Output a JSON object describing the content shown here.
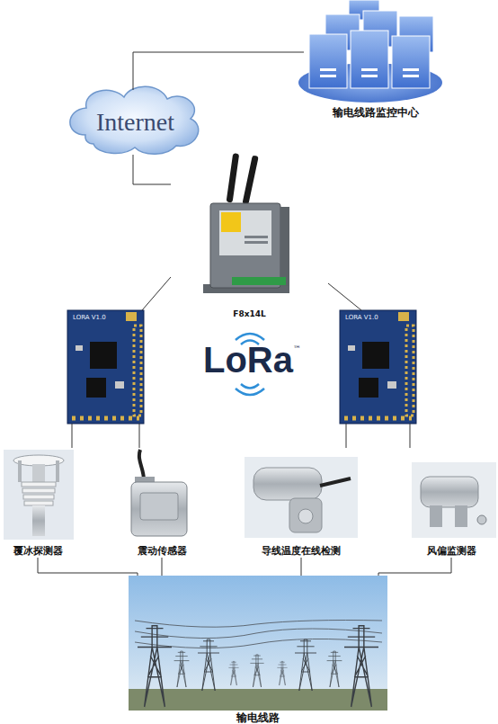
{
  "diagram": {
    "nodes": [
      {
        "text": [
          "输电线路监控中心"
        ]
      },
      {
        "text": [
          "Internet"
        ]
      },
      {
        "text": [
          "F8x14L"
        ]
      },
      {
        "text": [
          "LORA V1.0"
        ]
      },
      {
        "text": [
          "LORA V1.0"
        ]
      },
      {
        "text": [
          "覆冰探测器"
        ]
      },
      {
        "text": [
          "震动传感器"
        ]
      },
      {
        "text": [
          "导线温度在线检测"
        ]
      },
      {
        "text": [
          "风偏监测器"
        ]
      },
      {
        "text": [
          "输电线路"
        ]
      }
    ],
    "edges": [
      {
        "from": 0,
        "to": 1,
        "arrow": "none"
      },
      {
        "from": 1,
        "to": 2,
        "arrow": "none"
      },
      {
        "from": 2,
        "to": 3,
        "arrow": "none"
      },
      {
        "from": 2,
        "to": 4,
        "arrow": "none"
      },
      {
        "from": 3,
        "to": 5,
        "arrow": "none"
      },
      {
        "from": 3,
        "to": 6,
        "arrow": "none"
      },
      {
        "from": 4,
        "to": 7,
        "arrow": "none"
      },
      {
        "from": 4,
        "to": 8,
        "arrow": "none"
      },
      {
        "from": 5,
        "to": 9,
        "arrow": "none"
      },
      {
        "from": 6,
        "to": 9,
        "arrow": "none"
      },
      {
        "from": 7,
        "to": 9,
        "arrow": "none"
      },
      {
        "from": 8,
        "to": 9,
        "arrow": "none"
      }
    ],
    "labels": [
      "LoRa",
      "™"
    ]
  }
}
